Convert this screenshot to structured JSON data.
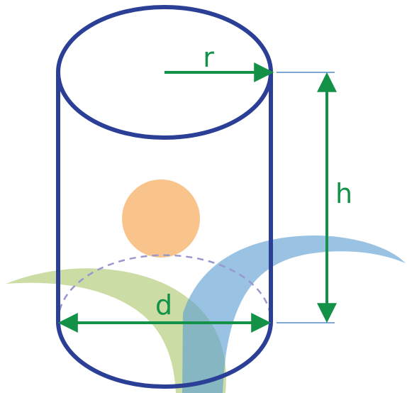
{
  "diagram": {
    "labels": {
      "radius": "r",
      "height": "h",
      "diameter": "d"
    },
    "colors": {
      "outline": "#2a3f95",
      "dimension": "#139247",
      "guide": "#7fa8d6",
      "dashed": "#9a97cf",
      "orange": "#f9c48b",
      "green_shape": "#b7d082",
      "blue_shape": "#5f9fd3",
      "background": "#ffffff"
    },
    "icons": {
      "orange_shape": "circle",
      "green_shape": "curved-band",
      "blue_shape": "curved-band"
    }
  }
}
